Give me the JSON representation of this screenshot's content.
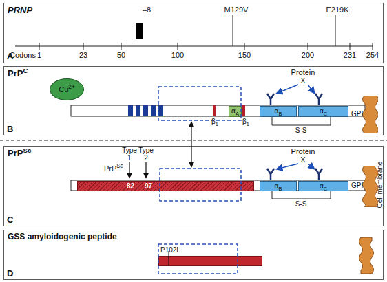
{
  "diagram": {
    "nodes": [
      {
        "text": [
          "PRNP",
          "A"
        ]
      },
      {
        "text": [
          "PrPC",
          "B"
        ]
      },
      {
        "text": [
          "Cu2+"
        ],
        "in": 1
      },
      {
        "text": [
          "αA"
        ],
        "in": 1
      },
      {
        "text": [
          "αB"
        ],
        "in": 1
      },
      {
        "text": [
          "αC"
        ],
        "in": 1
      },
      {
        "text": [
          "GPI"
        ],
        "in": 1
      },
      {
        "text": [
          "PrPSc",
          "C"
        ]
      },
      {
        "text": [
          "PrPSc",
          "82",
          "97"
        ],
        "in": 7
      },
      {
        "text": [
          "αB"
        ],
        "in": 7
      },
      {
        "text": [
          "αC"
        ],
        "in": 7
      },
      {
        "text": [
          "GPI"
        ],
        "in": 7
      },
      {
        "text": [
          "GSS amyloidogenic peptide",
          "D"
        ]
      },
      {
        "text": [
          "P102L"
        ],
        "in": 12
      }
    ],
    "labels": [
      "–8",
      "M129V",
      "E219K",
      "Codons",
      "1",
      "23",
      "50",
      "100",
      "150",
      "200",
      "231",
      "254",
      "β1",
      "β1",
      "Protein X",
      "S-S",
      "Type 1",
      "Type 2",
      "Protein X",
      "S-S",
      "Cell membrane"
    ]
  }
}
